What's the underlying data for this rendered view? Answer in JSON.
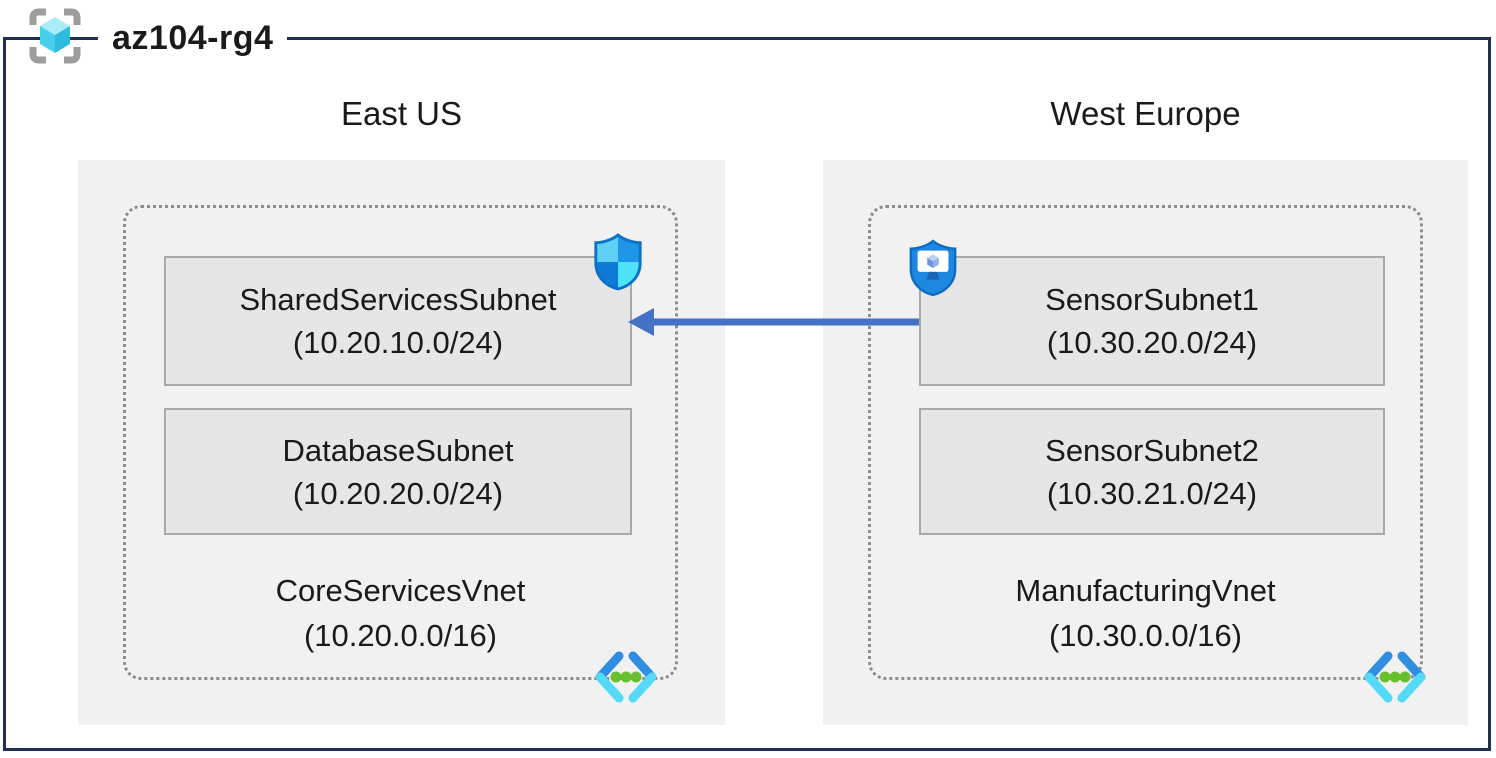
{
  "window": {
    "title": "az104-rg4"
  },
  "regions": [
    {
      "name": "East US",
      "vnet": {
        "name": "CoreServicesVnet",
        "cidr": "(10.20.0.0/16)",
        "subnets": [
          {
            "name": "SharedServicesSubnet",
            "cidr": "(10.20.10.0/24)",
            "badge": "network-security-group-shield"
          },
          {
            "name": "DatabaseSubnet",
            "cidr": "(10.20.20.0/24)",
            "badge": ""
          }
        ]
      }
    },
    {
      "name": "West Europe",
      "vnet": {
        "name": "ManufacturingVnet",
        "cidr": "(10.30.0.0/16)",
        "subnets": [
          {
            "name": "SensorSubnet1",
            "cidr": "(10.30.20.0/24)",
            "badge": "shield-with-monitor"
          },
          {
            "name": "SensorSubnet2",
            "cidr": "(10.30.21.0/24)",
            "badge": ""
          }
        ]
      }
    }
  ],
  "connection": {
    "type": "arrow",
    "from": "SensorSubnet1",
    "to": "SharedServicesSubnet",
    "direction": "right-to-left",
    "color": "#4472c4"
  },
  "colors": {
    "frame_border": "#1e2f4f",
    "region_bg": "#f1f1f1",
    "subnet_bg": "#e6e6e6",
    "subnet_border": "#a9a9a9",
    "vnet_dotted_border": "#8c8c8c",
    "arrow": "#4472c4",
    "vnet_icon_green": "#6abf2f",
    "rg_icon_cyan": "#4ccfeb",
    "shield_blue": "#1e88e0"
  }
}
